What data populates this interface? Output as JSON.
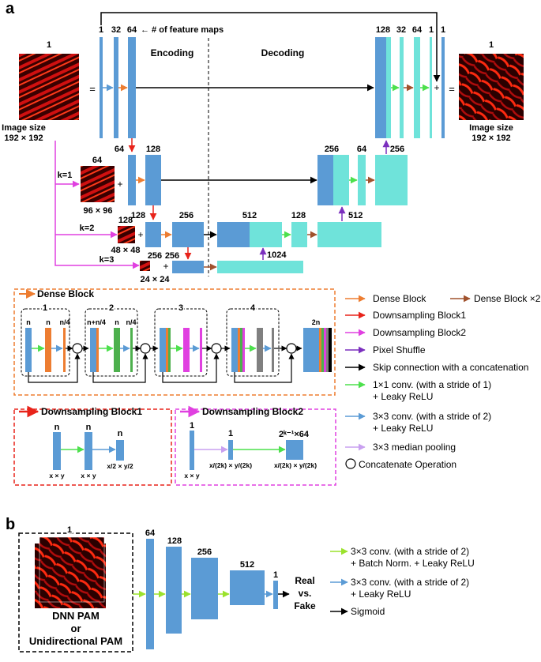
{
  "panel_labels": {
    "a": "a",
    "b": "b"
  },
  "unet": {
    "channels_top_left": [
      "1",
      "32",
      "64"
    ],
    "feature_maps_note": "← # of feature maps",
    "channels_top_right": [
      "128",
      "32",
      "64",
      "1",
      "1"
    ],
    "encoding_label": "Encoding",
    "decoding_label": "Decoding",
    "input_channel": "1",
    "output_channel": "1",
    "input_size_label": "Image size",
    "input_size_value": "192 × 192",
    "output_size_label": "Image size",
    "output_size_value": "192 × 192",
    "equals": "=",
    "plus": "+",
    "level1": {
      "k": "k=1",
      "img_channels": "64",
      "img_size": "96 × 96",
      "enc": [
        "64",
        "128"
      ],
      "dec": [
        "256",
        "64",
        "256"
      ]
    },
    "level2": {
      "k": "k=2",
      "img_channels": "128",
      "img_size": "48 × 48",
      "enc": [
        "128",
        "256"
      ],
      "dec": [
        "512",
        "128",
        "512"
      ]
    },
    "level3": {
      "k": "k=3",
      "img_channels": "256",
      "img_size": "24 × 24",
      "enc": [
        "256"
      ],
      "dec": [
        "1024"
      ]
    }
  },
  "dense_block": {
    "title": "Dense Block",
    "sub_labels": [
      "1",
      "2",
      "3",
      "4"
    ],
    "channels_1": [
      "n",
      "n",
      "n/4"
    ],
    "channels_2": [
      "n+n/4",
      "n",
      "n/4"
    ],
    "output_channels": "2n"
  },
  "ds_block1": {
    "title": "Downsampling Block1",
    "channels": [
      "n",
      "n",
      "n"
    ],
    "sizes": [
      "x × y",
      "x × y",
      "x/2 × y/2"
    ]
  },
  "ds_block2": {
    "title": "Downsampling Block2",
    "channels": [
      "1",
      "1",
      "2ᵏ⁻¹×64"
    ],
    "sizes": [
      "x × y",
      "x/(2k) × y/(2k)",
      "x/(2k) × y/(2k)"
    ]
  },
  "legend_a": {
    "dense": "Dense Block",
    "dense2": "Dense Block ×2",
    "down1": "Downsampling Block1",
    "down2": "Downsampling Block2",
    "pixel": "Pixel Shuffle",
    "skip": "Skip connection with a concatenation",
    "conv1_l1": "1×1 conv. (with a stride of 1)",
    "conv1_l2": "+ Leaky ReLU",
    "conv3_l1": "3×3 conv. (with a stride of 2)",
    "conv3_l2": "+ Leaky ReLU",
    "median": "3×3 median pooling",
    "concat": "Concatenate Operation"
  },
  "discriminator": {
    "input_channel": "1",
    "input_name_l1": "DNN PAM",
    "input_name_l2": "or",
    "input_name_l3": "Unidirectional PAM",
    "channels": [
      "64",
      "128",
      "256",
      "512",
      "1"
    ],
    "output_l1": "Real",
    "output_l2": "vs.",
    "output_l3": "Fake"
  },
  "legend_b": {
    "bn_l1": "3×3 conv. (with a stride of 2)",
    "bn_l2": "+ Batch Norm. + Leaky ReLU",
    "lr_l1": "3×3 conv. (with a stride of 2)",
    "lr_l2": "+ Leaky ReLU",
    "sigmoid": "Sigmoid"
  },
  "colors": {
    "blue": "#5b9bd5",
    "cyan": "#6fe3da",
    "orange": "#ed7d31",
    "brown": "#a0522d",
    "red": "#e8231a",
    "magenta": "#e040e0",
    "purple": "#7b2fbe",
    "green": "#4de04d",
    "lime": "#9be22d",
    "lightpurple": "#c9a0f0",
    "gray": "#808080"
  }
}
